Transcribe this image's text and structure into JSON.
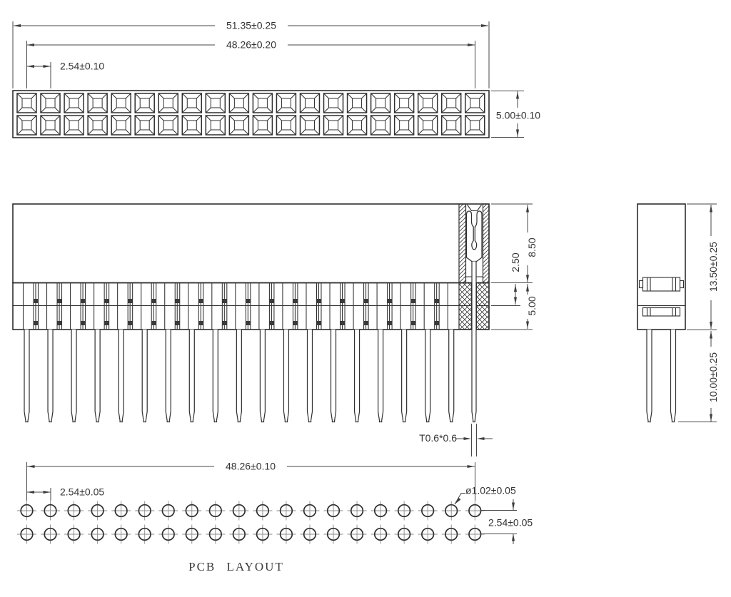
{
  "colors": {
    "line": "#2f2f2f",
    "dimension": "#474747",
    "text": "#333333",
    "background": "#ffffff"
  },
  "top_view": {
    "rows": 2,
    "cols": 20,
    "dim_overall_width": "51.35±0.25",
    "dim_pin_span": "48.26±0.20",
    "dim_pitch": "2.54±0.10",
    "dim_body_height": "5.00±0.10"
  },
  "front_view": {
    "cols": 20,
    "dim_upper_insulator_height": "8.50",
    "dim_contact_depth": "2.50",
    "dim_lower_insulator_height": "5.00",
    "dim_pin_cross_section": "T0.6*0.6"
  },
  "side_view": {
    "pin_count": 2,
    "dim_insulator_height": "13.50±0.25",
    "dim_pin_length": "10.00±0.25"
  },
  "pcb_layout": {
    "rows": 2,
    "cols": 20,
    "dim_hole_span": "48.26±0.10",
    "dim_hole_pitch": "2.54±0.05",
    "dim_hole_diameter": "ø1.02±0.05",
    "dim_row_spacing": "2.54±0.05",
    "caption": "PCB LAYOUT"
  }
}
